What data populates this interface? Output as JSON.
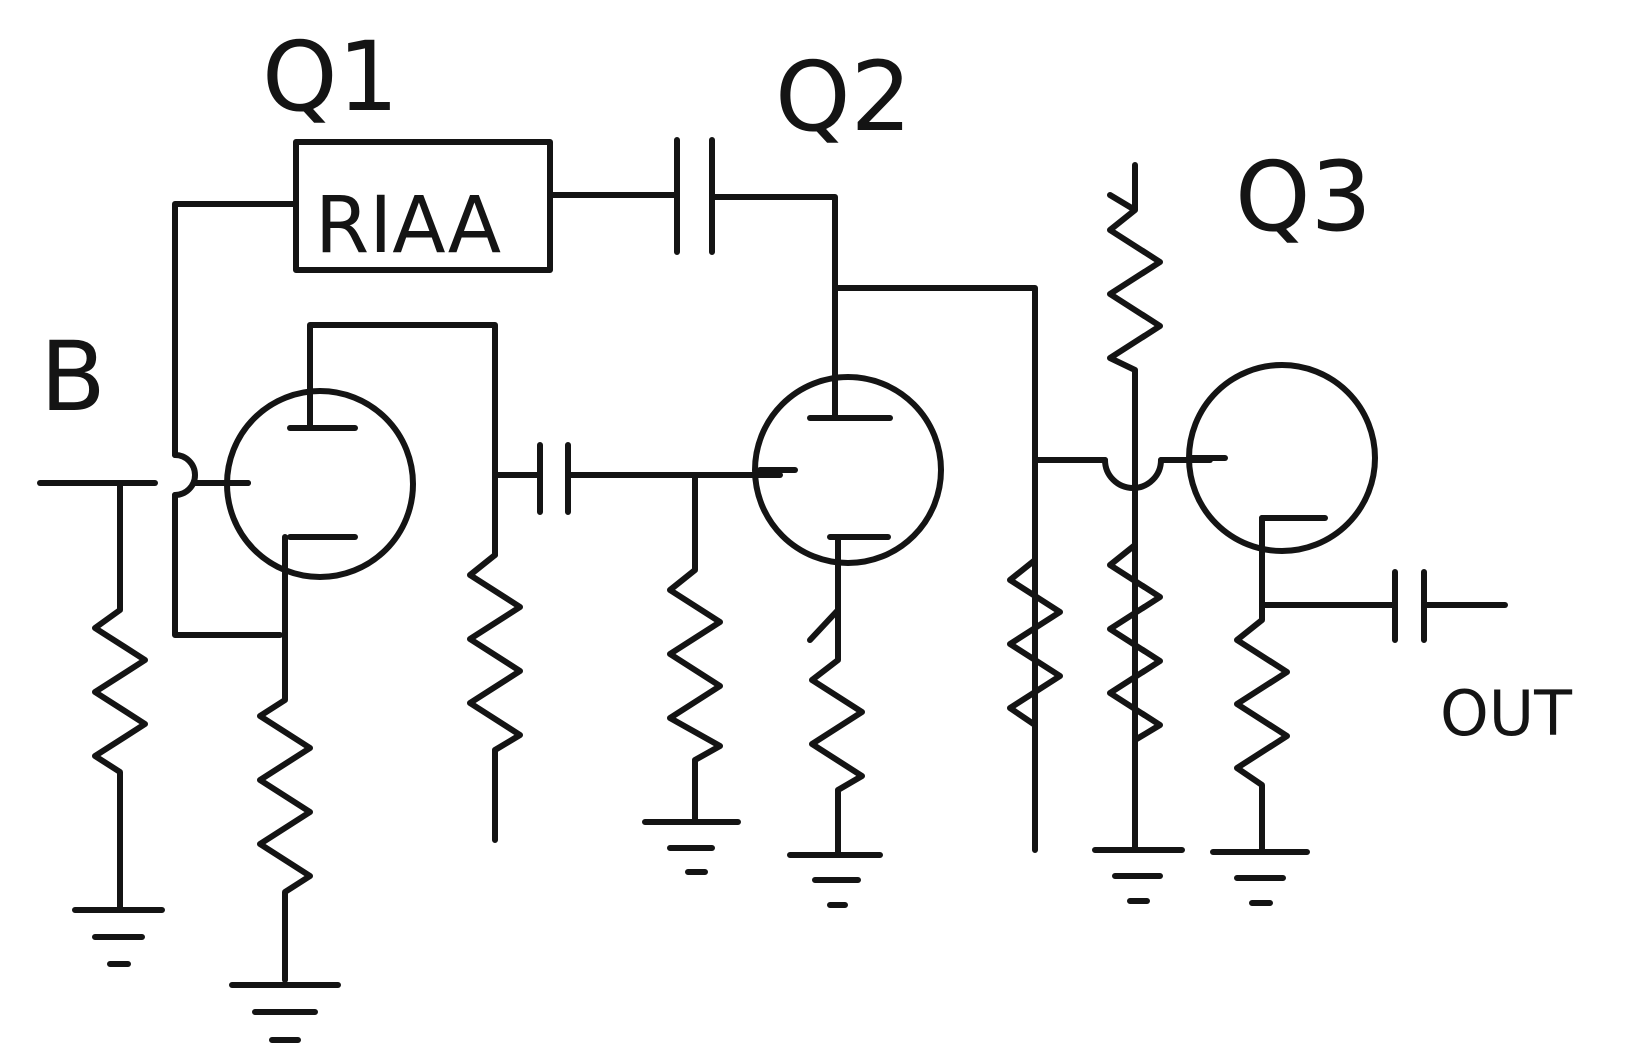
{
  "labels": {
    "q1": "Q1",
    "q2": "Q2",
    "q3": "Q3",
    "input": "B",
    "filter": "RIAA",
    "output": "OUT"
  },
  "colors": {
    "ink": "#141414",
    "paper": "#ffffff"
  }
}
